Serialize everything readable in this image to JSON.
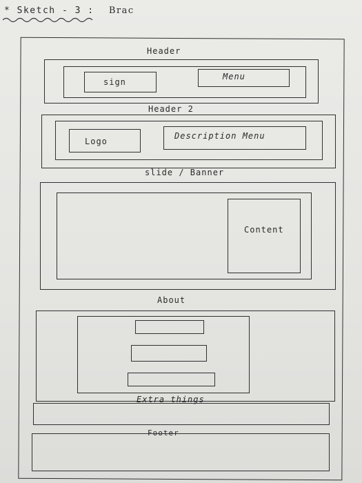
{
  "title": {
    "star": "*",
    "sketch": "Sketch - 3 :",
    "name": "Brac"
  },
  "sections": {
    "header": {
      "label": "Header",
      "sign": "sign",
      "menu": "Menu"
    },
    "header2": {
      "label": "Header 2",
      "logo": "Logo",
      "description_menu": "Description  Menu"
    },
    "banner": {
      "label": "slide / Banner",
      "content": "Content"
    },
    "about": {
      "label": "About"
    },
    "extra": {
      "label": "Extra things"
    },
    "footer": {
      "label": "Footer"
    }
  }
}
